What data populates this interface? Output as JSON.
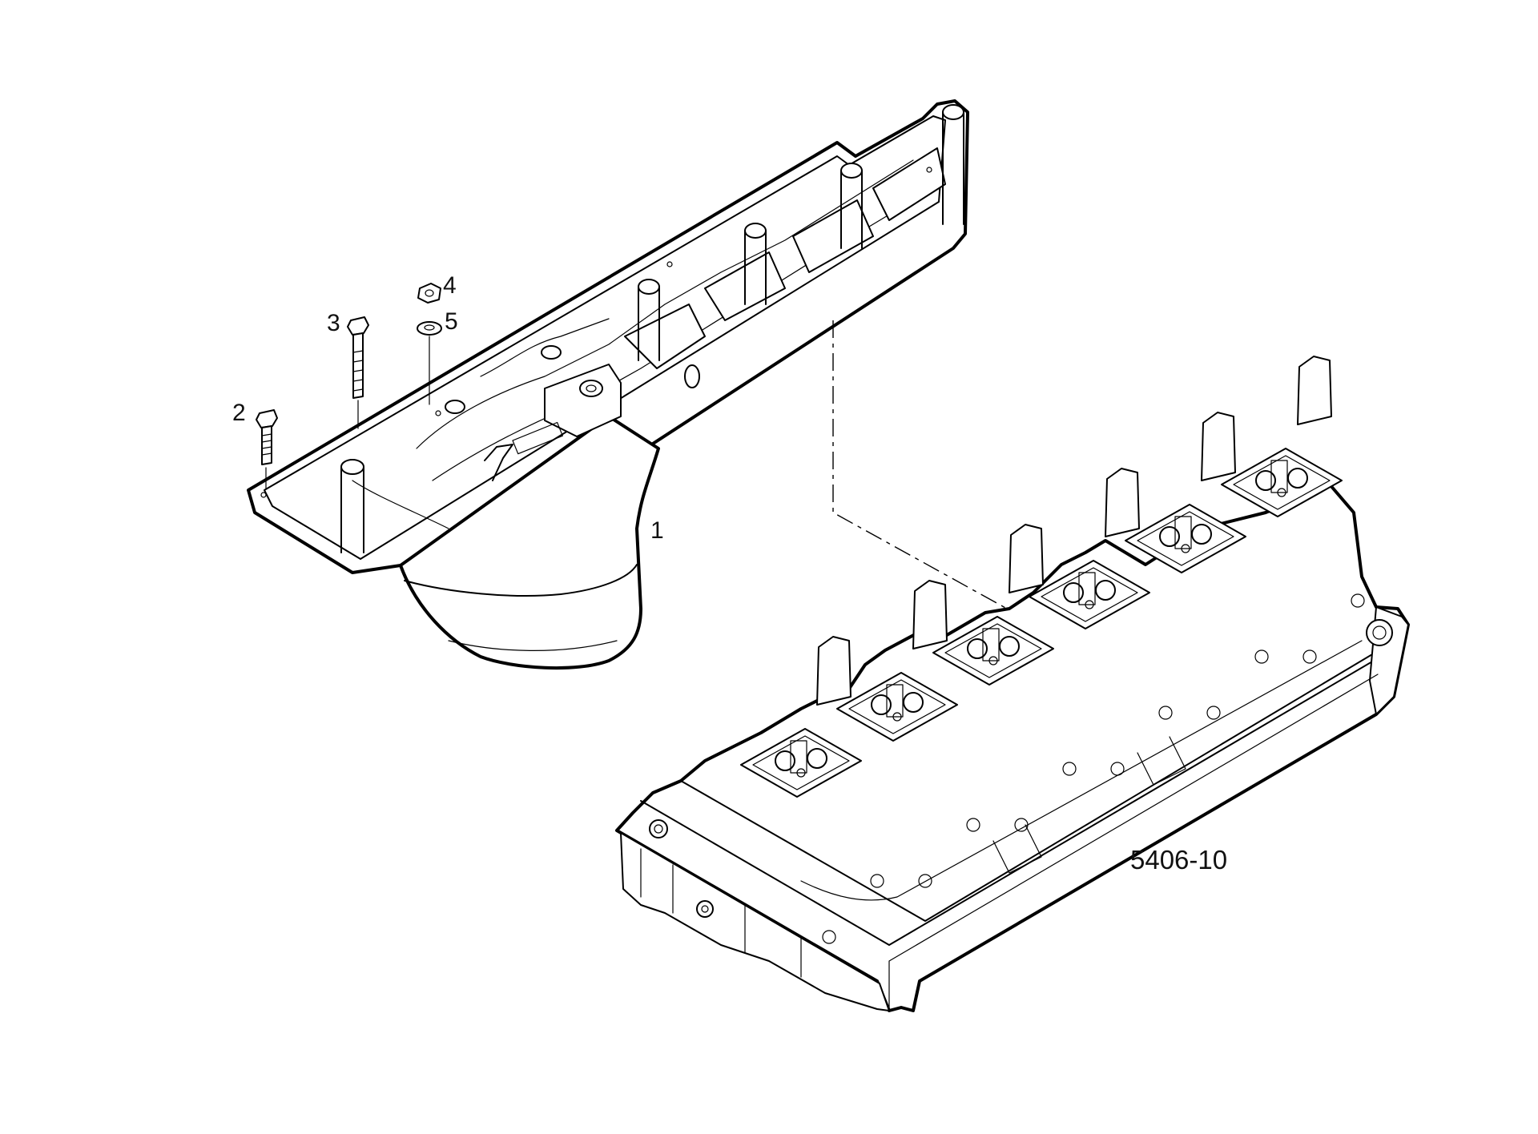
{
  "diagram": {
    "figure_reference": "5406-10",
    "callouts": [
      {
        "id": "1",
        "part": "intake-manifold"
      },
      {
        "id": "2",
        "part": "short-bolt"
      },
      {
        "id": "3",
        "part": "long-bolt"
      },
      {
        "id": "4",
        "part": "nut"
      },
      {
        "id": "5",
        "part": "washer"
      }
    ]
  }
}
